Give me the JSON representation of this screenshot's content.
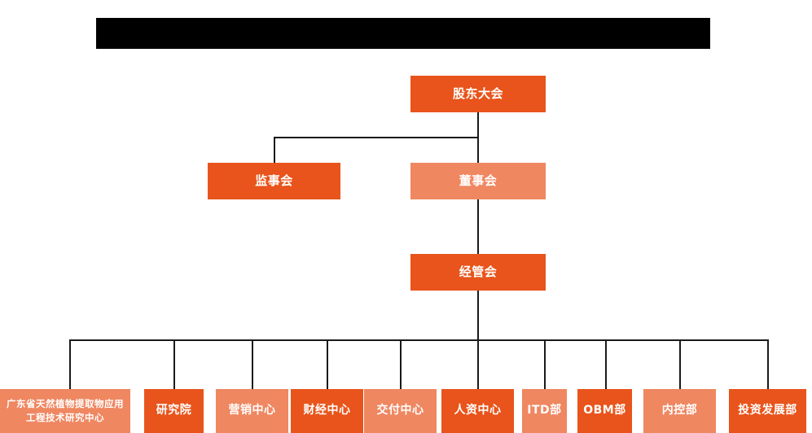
{
  "page": {
    "background_color": "#ffffff",
    "redacted_title_bar": {
      "name": "redacted-title-bar",
      "color": "#000000"
    }
  },
  "colors": {
    "primary_orange": "#E8541B",
    "secondary_salmon": "#EF8761",
    "connector_line": "#1a1a1a",
    "text_on_box": "#ffffff"
  },
  "org_chart": {
    "levels": [
      {
        "level": 1,
        "nodes": [
          {
            "id": "shareholders-meeting",
            "label": "股东大会",
            "style": "primary"
          }
        ]
      },
      {
        "level": 2,
        "nodes": [
          {
            "id": "board-of-supervisors",
            "label": "监事会",
            "style": "primary"
          },
          {
            "id": "board-of-directors",
            "label": "董事会",
            "style": "secondary"
          }
        ]
      },
      {
        "level": 3,
        "nodes": [
          {
            "id": "management-committee",
            "label": "经管会",
            "style": "primary"
          }
        ]
      },
      {
        "level": 4,
        "nodes": [
          {
            "id": "gd-plant-extract-center",
            "label": "广东省天然植物提取物应用工程技术研究中心",
            "style": "secondary"
          },
          {
            "id": "research-institute",
            "label": "研究院",
            "style": "primary"
          },
          {
            "id": "marketing-center",
            "label": "营销中心",
            "style": "secondary"
          },
          {
            "id": "finance-center",
            "label": "财经中心",
            "style": "primary"
          },
          {
            "id": "delivery-center",
            "label": "交付中心",
            "style": "secondary"
          },
          {
            "id": "hr-center",
            "label": "人资中心",
            "style": "primary"
          },
          {
            "id": "itd-department",
            "label": "ITD部",
            "style": "secondary"
          },
          {
            "id": "obm-department",
            "label": "OBM部",
            "style": "primary"
          },
          {
            "id": "internal-control-department",
            "label": "内控部",
            "style": "secondary"
          },
          {
            "id": "investment-development-department",
            "label": "投资发展部",
            "style": "primary"
          }
        ]
      }
    ]
  }
}
